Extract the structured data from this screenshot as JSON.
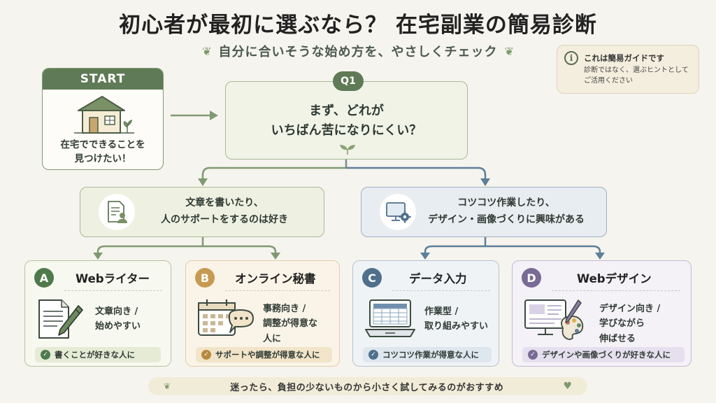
{
  "title": "初心者が最初に選ぶなら？ 在宅副業の簡易診断",
  "subtitle": "自分に合いそうな始め方を、やさしくチェック",
  "guide": {
    "title": "これは簡易ガイドです",
    "body_line1": "診断ではなく、選ぶヒントとして",
    "body_line2": "ご活用ください",
    "icon": "info-icon"
  },
  "start": {
    "label": "START",
    "text_line1": "在宅でできることを",
    "text_line2": "見つけたい！",
    "icon": "house-icon"
  },
  "q1": {
    "badge": "Q1",
    "line1": "まず、どれが",
    "line2": "いちばん苦になりにくい？"
  },
  "branches": {
    "left": {
      "line1": "文章を書いたり、",
      "line2": "人のサポートをするのは好き",
      "icon": "document-person-icon"
    },
    "right": {
      "line1": "コツコツ作業したり、",
      "line2": "デザイン・画像づくりに興味がある",
      "icon": "monitor-gear-icon"
    }
  },
  "cards": {
    "a": {
      "letter": "A",
      "title": "Webライター",
      "desc_line1": "文章向き /",
      "desc_line2": "始めやすい",
      "tag": "書くことが好きな人に",
      "icon": "pen-paper-icon"
    },
    "b": {
      "letter": "B",
      "title": "オンライン秘書",
      "desc_line1": "事務向き /",
      "desc_line2": "調整が得意な",
      "desc_line3": "人に",
      "tag": "サポートや調整が得意な人に",
      "icon": "calendar-chat-icon"
    },
    "c": {
      "letter": "C",
      "title": "データ入力",
      "desc_line1": "作業型 /",
      "desc_line2": "取り組みやすい",
      "tag": "コツコツ作業が得意な人に",
      "icon": "laptop-spreadsheet-icon"
    },
    "d": {
      "letter": "D",
      "title": "Webデザイン",
      "desc_line1": "デザイン向き /",
      "desc_line2": "学びながら",
      "desc_line3": "伸ばせる",
      "tag": "デザインや画像づくりが好きな人に",
      "icon": "monitor-palette-icon"
    }
  },
  "footer": {
    "text": "迷ったら、負担の少ないものから小さく試してみるのがおすすめ"
  },
  "colors": {
    "green_dark": "#5f7a56",
    "card_a_accent": "#4f7a4c",
    "card_b_accent": "#c79a52",
    "card_c_accent": "#4f6f8c",
    "card_d_accent": "#7a6a96",
    "background": "#f6f4ee"
  }
}
